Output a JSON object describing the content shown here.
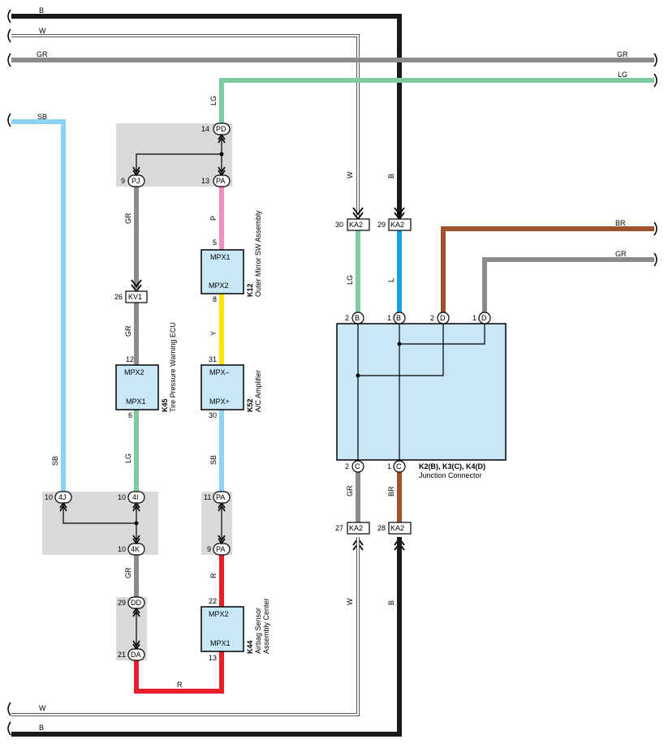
{
  "colors": {
    "B": "#1a1a1a",
    "W": "#ffffff",
    "GR": "#8c8c8c",
    "LG": "#7ecba1",
    "SB": "#8fd3f4",
    "P": "#f08cbf",
    "Y": "#ffe600",
    "R": "#e8202a",
    "L": "#1aa0e0",
    "BR": "#a0522d",
    "component": "#c8e8f8",
    "junction_box": "#d9d9d9"
  },
  "wires": {
    "top_b": "B",
    "top_w": "W",
    "top_gr": "GR",
    "top_gr_right": "GR",
    "top_lg_right": "LG",
    "left_sb": "SB",
    "lg_upper": "LG",
    "gr_left": "GR",
    "gr_left2": "GR",
    "lg_left": "LG",
    "p": "P",
    "y": "Y",
    "sb_mid": "SB",
    "r_mid": "R",
    "gr_low": "GR",
    "r_bottom": "R",
    "w_right": "W",
    "b_right": "B",
    "lg_ka2": "LG",
    "l_ka2": "L",
    "br_right": "BR",
    "gr_right": "GR",
    "gr_c": "GR",
    "br_c": "BR",
    "w_bottom_right": "W",
    "b_bottom_right": "B",
    "bottom_w": "W",
    "bottom_b": "B"
  },
  "pins": {
    "pd14": "14",
    "pd": "PD",
    "pj9": "9",
    "pj": "PJ",
    "pa13": "13",
    "pa": "PA",
    "kv1_26": "26",
    "kv1": "KV1",
    "k45_12": "12",
    "k45_6": "6",
    "k12_5": "5",
    "k12_8": "8",
    "k52_31": "31",
    "k52_30": "30",
    "j4_10": "10",
    "j4": "4J",
    "i4_10": "10",
    "i4": "4I",
    "k4_10": "10",
    "k4": "4K",
    "pa11": "11",
    "pa_11": "PA",
    "pa9": "9",
    "pa_9": "PA",
    "dd29": "29",
    "dd": "DD",
    "da21": "21",
    "da": "DA",
    "k44_22": "22",
    "k44_13": "13",
    "ka2_30": "30",
    "ka2_29": "29",
    "ka2": "KA2",
    "b2": "2",
    "b": "B",
    "b1": "1",
    "d2": "2",
    "d": "D",
    "d1": "1",
    "c2": "2",
    "c": "C",
    "c1": "1",
    "ka2_27": "27",
    "ka2_28": "28"
  },
  "components": {
    "k45": {
      "id": "K45",
      "name": "Tire Pressure Warning ECU",
      "top": "MPX2",
      "bottom": "MPX1"
    },
    "k12": {
      "id": "K12",
      "name": "Outer Mirror SW Assembly",
      "top": "MPX1",
      "bottom": "MPX2"
    },
    "k52": {
      "id": "K52",
      "name": "A/C Amplifier",
      "top": "MPX–",
      "bottom": "MPX+"
    },
    "k44": {
      "id": "K44",
      "name1": "Airbag Sensor",
      "name2": "Assembly Center",
      "top": "MPX2",
      "bottom": "MPX1"
    },
    "junction": {
      "id": "K2(B), K3(C), K4(D)",
      "name": "Junction Connector"
    }
  }
}
